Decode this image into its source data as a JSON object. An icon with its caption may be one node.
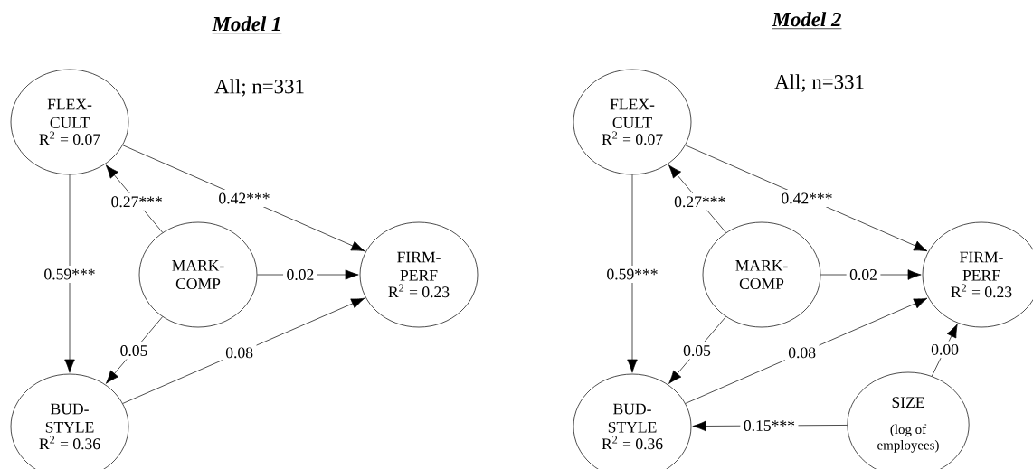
{
  "diagram": {
    "nodes": [
      {
        "text": [
          "FLEX- CULT",
          "R$^{2}$ = 0.07"
        ]
      },
      {
        "text": [
          "MARK- COMP"
        ]
      },
      {
        "text": [
          "FIRM- PERF",
          "R$^{2}$ = 0.23"
        ]
      },
      {
        "text": [
          "BUD- STYLE",
          "R$^{2}$ = 0.36"
        ]
      },
      {
        "text": [
          "FLEX- CULT",
          "R$^{2}$ = 0.07"
        ]
      },
      {
        "text": [
          "MARK- COMP"
        ]
      },
      {
        "text": [
          "FIRM- PERF",
          "R$^{2}$ = 0.23"
        ]
      },
      {
        "text": [
          "BUD- STYLE",
          "R$^{2}$ = 0.36"
        ]
      },
      {
        "text": [
          "SIZE",
          "(log of employees)"
        ]
      }
    ],
    "edges": [
      {
        "from": 0,
        "to": 2,
        "arrow": "to",
        "label": "0.42***"
      },
      {
        "from": 1,
        "to": 0,
        "arrow": "to",
        "label": "0.27***"
      },
      {
        "from": 0,
        "to": 3,
        "arrow": "to",
        "label": "0.59***"
      },
      {
        "from": 1,
        "to": 2,
        "arrow": "to",
        "label": "0.02"
      },
      {
        "from": 1,
        "to": 3,
        "arrow": "to",
        "label": "0.05"
      },
      {
        "from": 3,
        "to": 2,
        "arrow": "to",
        "label": "0.08"
      },
      {
        "from": 4,
        "to": 6,
        "arrow": "to",
        "label": "0.42***"
      },
      {
        "from": 5,
        "to": 4,
        "arrow": "to",
        "label": "0.27***"
      },
      {
        "from": 4,
        "to": 7,
        "arrow": "to",
        "label": "0.59***"
      },
      {
        "from": 5,
        "to": 6,
        "arrow": "to",
        "label": "0.02"
      },
      {
        "from": 5,
        "to": 7,
        "arrow": "to",
        "label": "0.05"
      },
      {
        "from": 7,
        "to": 6,
        "arrow": "to",
        "label": "0.08"
      },
      {
        "from": 8,
        "to": 7,
        "arrow": "to",
        "label": "0.15***"
      },
      {
        "from": 8,
        "to": 6,
        "arrow": "to",
        "label": "0.00"
      }
    ],
    "labels": [
      "Model 1",
      "All; n=331",
      "Model 2",
      "All; n=331"
    ]
  }
}
